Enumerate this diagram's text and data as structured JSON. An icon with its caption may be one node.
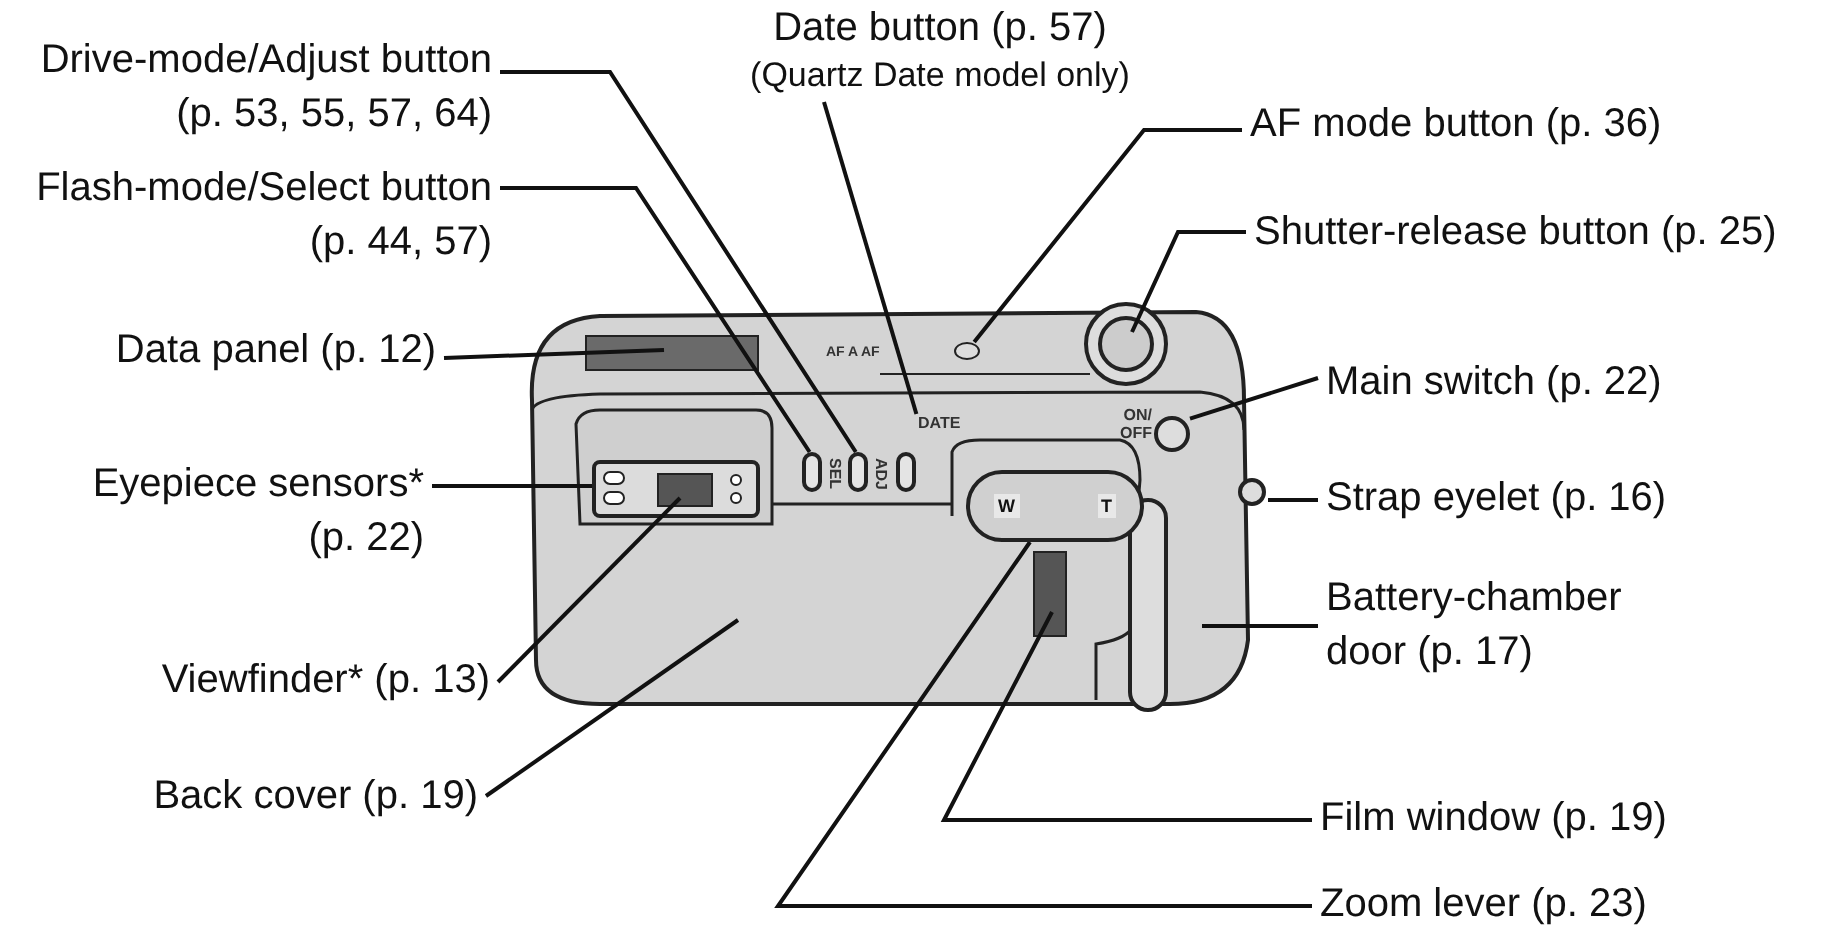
{
  "diagram": {
    "nodes": [
      {
        "text": [
          "Drive-mode/Adjust button (p. 53, 55, 57, 64)"
        ]
      },
      {
        "text": [
          "Date button (p. 57)",
          "(Quartz Date model only)"
        ]
      },
      {
        "text": [
          "AF mode button (p. 36)"
        ]
      },
      {
        "text": [
          "Flash-mode/Select button (p. 44, 57)"
        ]
      },
      {
        "text": [
          "Shutter-release button (p. 25)"
        ]
      },
      {
        "text": [
          "Data panel (p. 12)"
        ]
      },
      {
        "text": [
          "Main switch (p. 22)"
        ]
      },
      {
        "text": [
          "Eyepiece sensors* (p. 22)"
        ]
      },
      {
        "text": [
          "Strap eyelet (p. 16)"
        ]
      },
      {
        "text": [
          "Battery-chamber door (p. 17)"
        ]
      },
      {
        "text": [
          "Viewfinder* (p. 13)"
        ]
      },
      {
        "text": [
          "Back cover (p. 19)"
        ]
      },
      {
        "text": [
          "Film window (p. 19)"
        ]
      },
      {
        "text": [
          "Zoom lever (p. 23)"
        ]
      },
      {
        "text": [
          "W",
          "T"
        ]
      },
      {
        "text": [
          "SEL"
        ]
      },
      {
        "text": [
          "ADJ"
        ]
      },
      {
        "text": [
          "DATE"
        ]
      },
      {
        "text": [
          "ON/ OFF"
        ]
      },
      {
        "text": [],
        "shape": "circle"
      }
    ],
    "edges": [
      {
        "from": 0,
        "to": 16,
        "arrow": "none"
      },
      {
        "from": 1,
        "to": 17,
        "arrow": "none"
      },
      {
        "from": 2,
        "to": 19,
        "arrow": "none"
      },
      {
        "from": 3,
        "to": 15,
        "arrow": "none"
      },
      {
        "from": 4,
        "to": null,
        "arrow": "none"
      },
      {
        "from": 5,
        "to": null,
        "arrow": "none"
      },
      {
        "from": 6,
        "to": 18,
        "arrow": "none"
      },
      {
        "from": 7,
        "to": null,
        "arrow": "none"
      },
      {
        "from": 8,
        "to": null,
        "arrow": "none"
      },
      {
        "from": 9,
        "to": null,
        "arrow": "none"
      },
      {
        "from": 10,
        "to": null,
        "arrow": "none"
      },
      {
        "from": 11,
        "to": null,
        "arrow": "none"
      },
      {
        "from": 12,
        "to": null,
        "arrow": "none"
      },
      {
        "from": 13,
        "to": 14,
        "arrow": "none"
      }
    ],
    "labels": [
      "AF A AF"
    ]
  }
}
